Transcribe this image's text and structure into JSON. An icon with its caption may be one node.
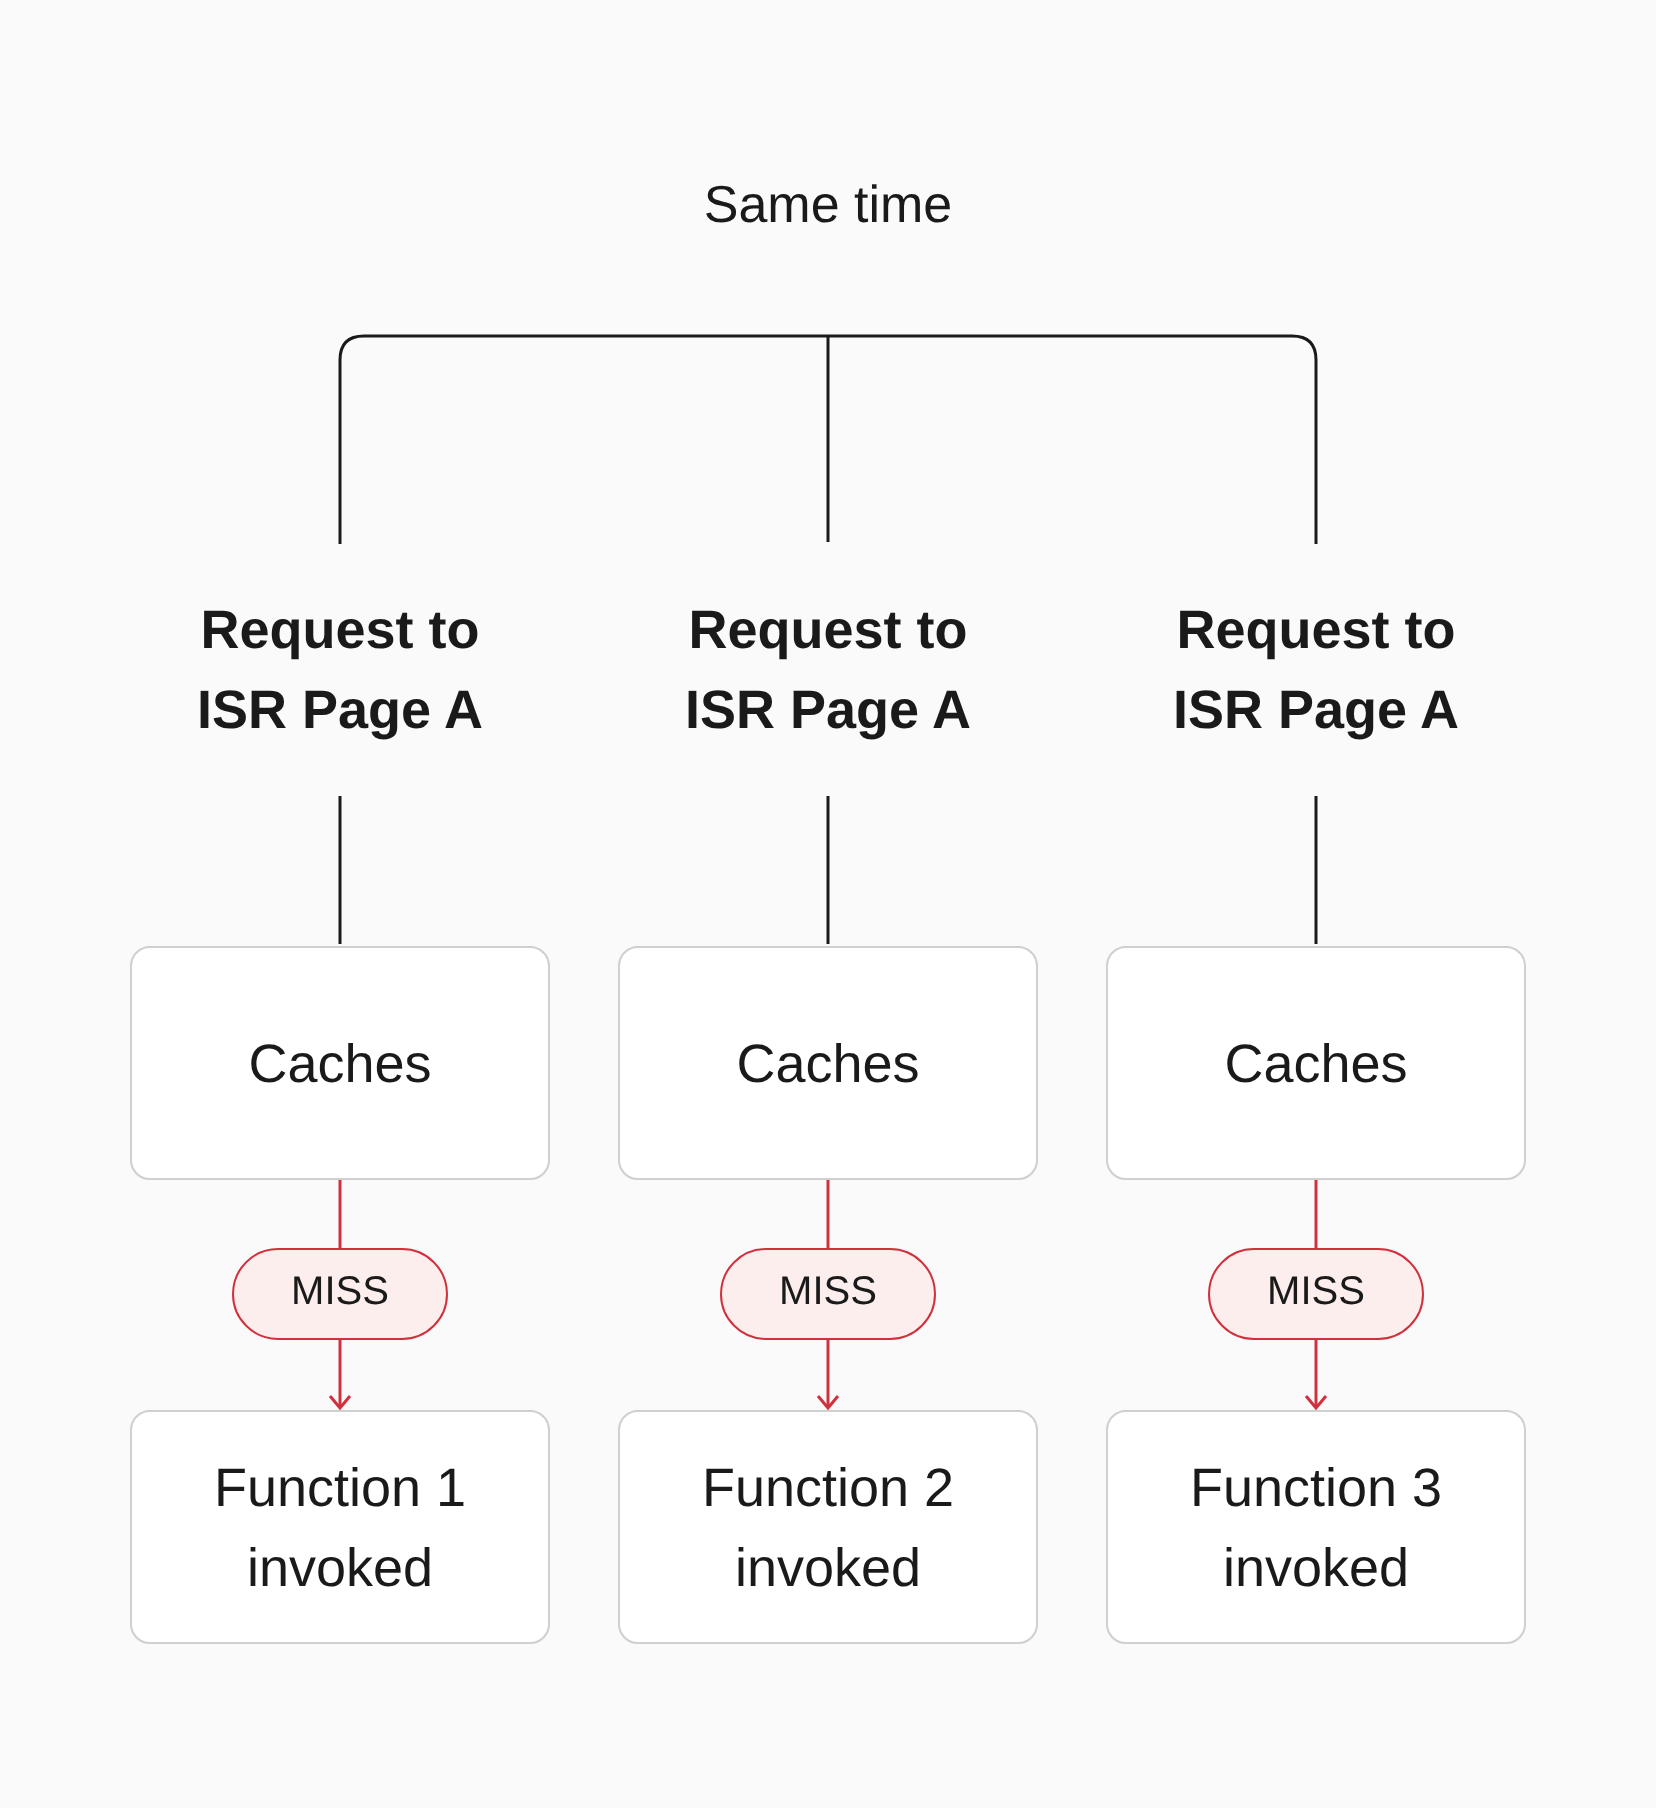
{
  "diagram": {
    "nodes": [
      {
        "text": [
          "Same time"
        ]
      },
      {
        "text": [
          "Request to ISR Page A"
        ]
      },
      {
        "text": [
          "Request to ISR Page A"
        ]
      },
      {
        "text": [
          "Request to ISR Page A"
        ]
      },
      {
        "text": [
          "Caches"
        ]
      },
      {
        "text": [
          "Caches"
        ]
      },
      {
        "text": [
          "Caches"
        ]
      },
      {
        "text": [
          "Function 1 invoked"
        ]
      },
      {
        "text": [
          "Function 2 invoked"
        ]
      },
      {
        "text": [
          "Function 3 invoked"
        ]
      }
    ],
    "edges": [
      {
        "from": 0,
        "to": 1,
        "arrow": "none"
      },
      {
        "from": 0,
        "to": 2,
        "arrow": "none"
      },
      {
        "from": 0,
        "to": 3,
        "arrow": "none"
      },
      {
        "from": 1,
        "to": 4,
        "arrow": "none"
      },
      {
        "from": 2,
        "to": 5,
        "arrow": "none"
      },
      {
        "from": 3,
        "to": 6,
        "arrow": "none"
      },
      {
        "from": 4,
        "to": 7,
        "arrow": "to",
        "label": "MISS",
        "color": "#d0313d"
      },
      {
        "from": 5,
        "to": 8,
        "arrow": "to",
        "label": "MISS",
        "color": "#d0313d"
      },
      {
        "from": 6,
        "to": 9,
        "arrow": "to",
        "label": "MISS",
        "color": "#d0313d"
      }
    ]
  }
}
